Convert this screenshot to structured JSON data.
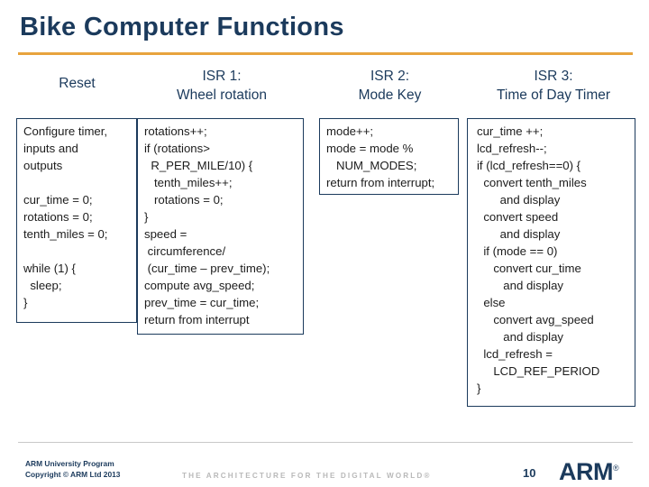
{
  "slide": {
    "title": "Bike Computer Functions",
    "page_number": "10"
  },
  "columns": [
    {
      "id": "reset",
      "header_line1": "Reset",
      "header_line2": "",
      "code": [
        "Configure timer,",
        "inputs and",
        "outputs",
        "",
        "cur_time = 0;",
        "rotations = 0;",
        "tenth_miles = 0;",
        "",
        "while (1) {",
        "  sleep;",
        "}"
      ]
    },
    {
      "id": "isr1",
      "header_line1": "ISR 1:",
      "header_line2": "Wheel rotation",
      "code": [
        "rotations++;",
        "if (rotations>",
        "  R_PER_MILE/10) {",
        "   tenth_miles++;",
        "   rotations = 0;",
        "}",
        "speed =",
        " circumference/",
        " (cur_time – prev_time);",
        "compute avg_speed;",
        "prev_time = cur_time;",
        "return from interrupt"
      ]
    },
    {
      "id": "isr2",
      "header_line1": "ISR 2:",
      "header_line2": "Mode Key",
      "code": [
        "mode++;",
        "mode = mode %",
        "   NUM_MODES;",
        "return from interrupt;"
      ]
    },
    {
      "id": "isr3",
      "header_line1": "ISR 3:",
      "header_line2": "Time of Day Timer",
      "code": [
        "cur_time ++;",
        "lcd_refresh--;",
        "if (lcd_refresh==0) {",
        "  convert tenth_miles",
        "       and display",
        "  convert speed",
        "       and display",
        "  if (mode == 0)",
        "     convert cur_time",
        "        and display",
        "  else",
        "     convert avg_speed",
        "        and display",
        "  lcd_refresh =",
        "     LCD_REF_PERIOD",
        "}"
      ]
    }
  ],
  "footer": {
    "line1": "ARM University Program",
    "line2": "Copyright © ARM Ltd 2013",
    "tagline": "THE ARCHITECTURE FOR THE DIGITAL WORLD®",
    "logo": "ARM",
    "logo_reg": "®"
  },
  "colors": {
    "title": "#1b3a5c",
    "accent_rule": "#e8a33d",
    "box_border": "#1b3a5c",
    "body_text": "#1c1c1c"
  }
}
